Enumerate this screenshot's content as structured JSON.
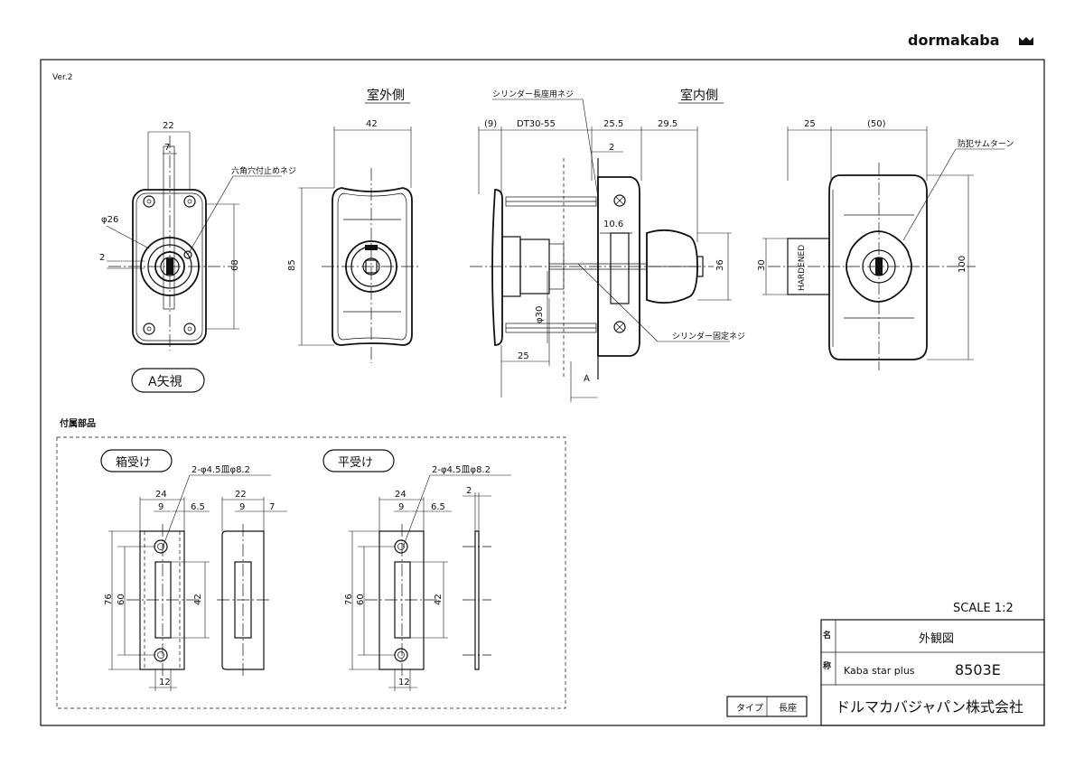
{
  "brand": "dormakaba",
  "version": "Ver.2",
  "views": {
    "outdoor_label": "室外側",
    "indoor_label": "室内側",
    "arrow_view_label": "A矢視",
    "accessories_label": "付属部品"
  },
  "callouts": {
    "hex_socket_screw": "六角穴付止めネジ",
    "cylinder_long_screw": "シリンダー長座用ネジ",
    "cylinder_fix_screw": "シリンダー固定ネジ",
    "anti_pick_thumbturn": "防犯サムターン",
    "hardened": "HARDENED",
    "view_marker": "A"
  },
  "dimensions": {
    "a_view": {
      "width": "22",
      "slot": "7",
      "dia": "φ26",
      "gap": "2",
      "height": "68"
    },
    "outdoor": {
      "width": "42",
      "height": "85"
    },
    "side": {
      "nine": "(9)",
      "dt": "DT30-55",
      "w255": "25.5",
      "w295": "29.5",
      "two": "2",
      "w106": "10.6",
      "dia30": "φ30",
      "base25": "25",
      "h36": "36"
    },
    "indoor": {
      "w25": "25",
      "w50": "(50)",
      "h30": "30",
      "h100": "100"
    },
    "box_strike": {
      "w24": "24",
      "w9": "9",
      "w65": "6.5",
      "w22": "22",
      "w9b": "9",
      "w7": "7",
      "h76": "76",
      "h60": "60",
      "h42": "42",
      "w12": "12",
      "holes": "2-φ4.5皿φ8.2"
    },
    "flat_strike": {
      "w24": "24",
      "w9": "9",
      "w65": "6.5",
      "w2": "2",
      "h76": "76",
      "h60": "60",
      "h42": "42",
      "w12": "12",
      "holes": "2-φ4.5皿φ8.2"
    }
  },
  "accessories": {
    "box_strike": "箱受け",
    "flat_strike": "平受け"
  },
  "title_block": {
    "scale": "SCALE 1:2",
    "name_label_1": "名",
    "name_label_2": "称",
    "drawing_title": "外観図",
    "product_name": "Kaba star plus",
    "product_code": "8503E",
    "type_label": "タイプ",
    "type_value": "長座",
    "company": "ドルマカバジャパン株式会社"
  }
}
